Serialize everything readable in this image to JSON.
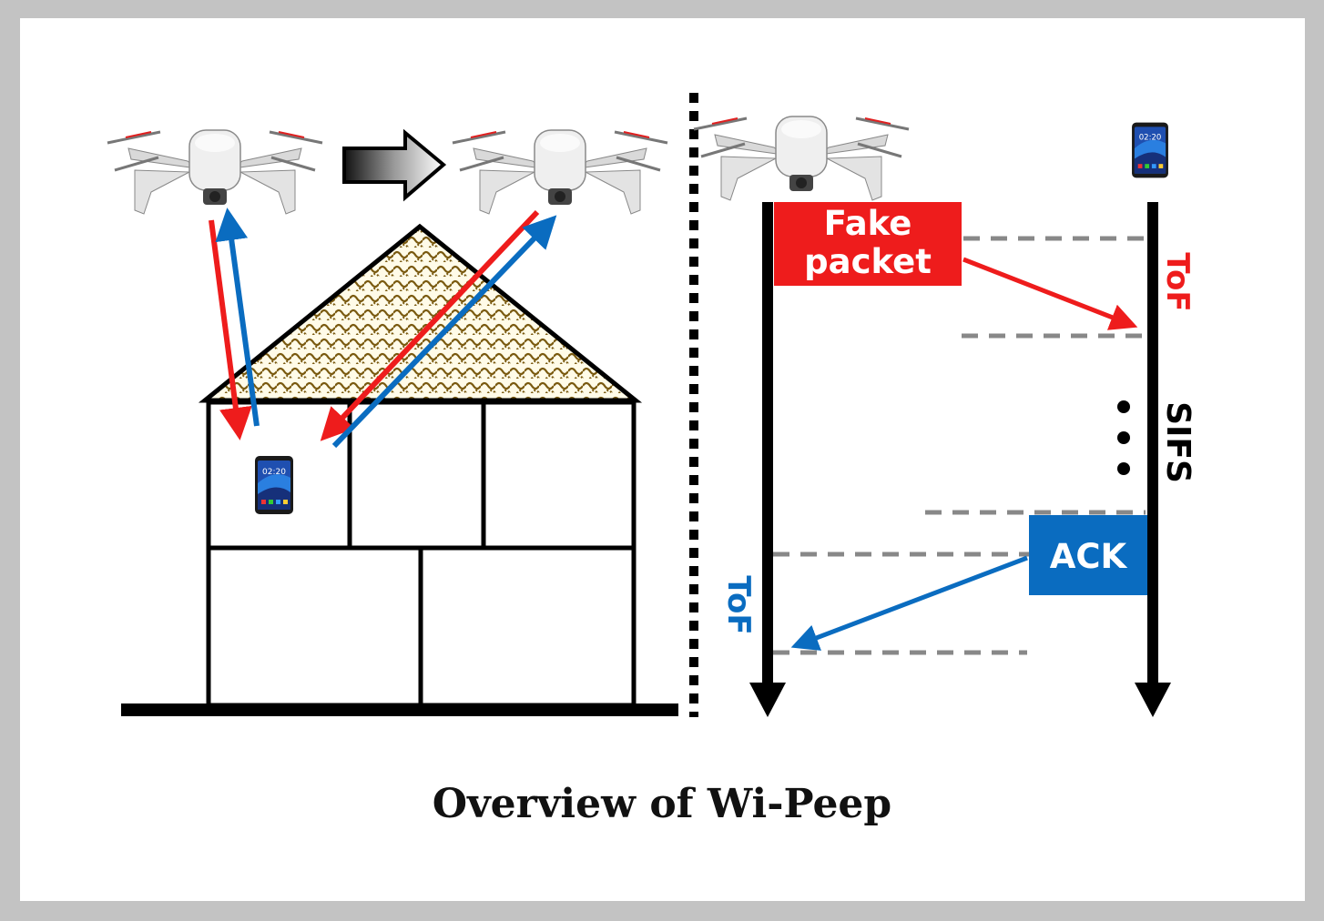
{
  "caption": "Overview of Wi-Peep",
  "labels": {
    "fake_packet_line1": "Fake",
    "fake_packet_line2": "packet",
    "ack": "ACK",
    "tof_top": "ToF",
    "tof_bottom": "ToF",
    "sifs": "SIFS"
  },
  "colors": {
    "red": "#ee1c1c",
    "blue": "#0a6cc0",
    "dashed_gray": "#888888",
    "roof_pattern": "#7a5a10"
  },
  "icons": {
    "drone": "drone-icon",
    "phone": "smartphone-icon",
    "move_arrow": "right-arrow-icon"
  }
}
